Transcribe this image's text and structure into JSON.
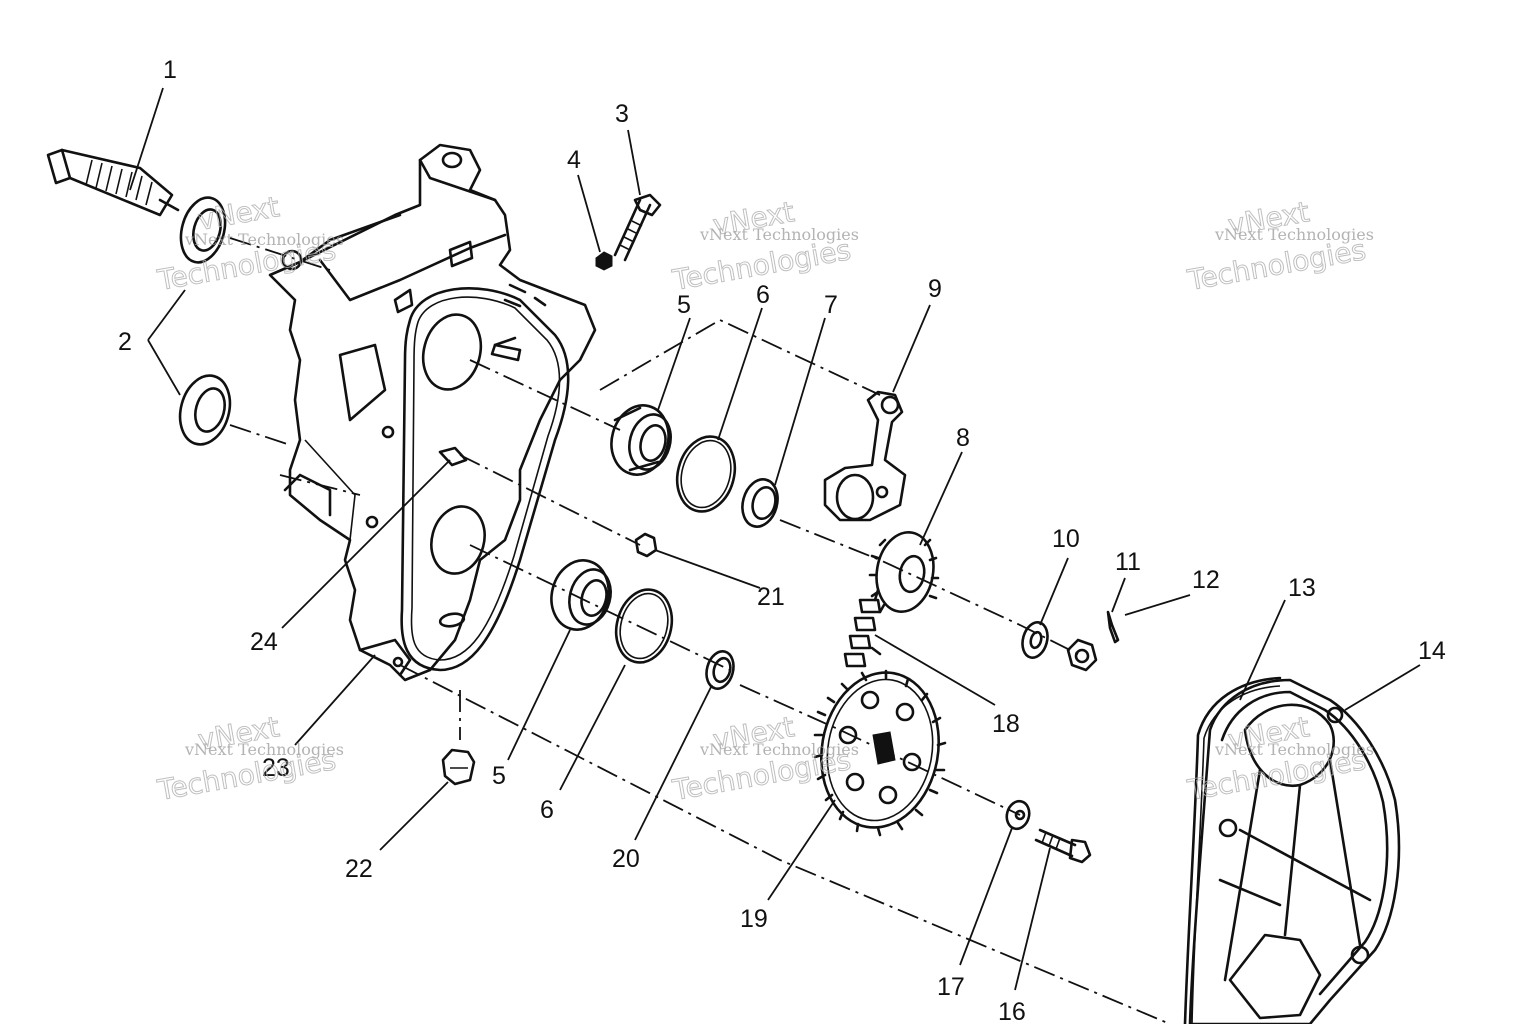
{
  "watermark": {
    "line1": "vNext Technologies",
    "line2a": "vNext",
    "line2b": "Technologies"
  },
  "callouts": [
    {
      "id": "c1",
      "text": "1"
    },
    {
      "id": "c2",
      "text": "2"
    },
    {
      "id": "c3",
      "text": "3"
    },
    {
      "id": "c4",
      "text": "4"
    },
    {
      "id": "c5a",
      "text": "5"
    },
    {
      "id": "c6a",
      "text": "6"
    },
    {
      "id": "c7",
      "text": "7"
    },
    {
      "id": "c9",
      "text": "9"
    },
    {
      "id": "c8",
      "text": "8"
    },
    {
      "id": "c10",
      "text": "10"
    },
    {
      "id": "c11",
      "text": "11"
    },
    {
      "id": "c12",
      "text": "12"
    },
    {
      "id": "c13",
      "text": "13"
    },
    {
      "id": "c14",
      "text": "14"
    },
    {
      "id": "c21",
      "text": "21"
    },
    {
      "id": "c24",
      "text": "24"
    },
    {
      "id": "c18",
      "text": "18"
    },
    {
      "id": "c23",
      "text": "23"
    },
    {
      "id": "c5b",
      "text": "5"
    },
    {
      "id": "c6b",
      "text": "6"
    },
    {
      "id": "c20",
      "text": "20"
    },
    {
      "id": "c22",
      "text": "22"
    },
    {
      "id": "c19",
      "text": "19"
    },
    {
      "id": "c17",
      "text": "17"
    },
    {
      "id": "c16",
      "text": "16"
    }
  ]
}
